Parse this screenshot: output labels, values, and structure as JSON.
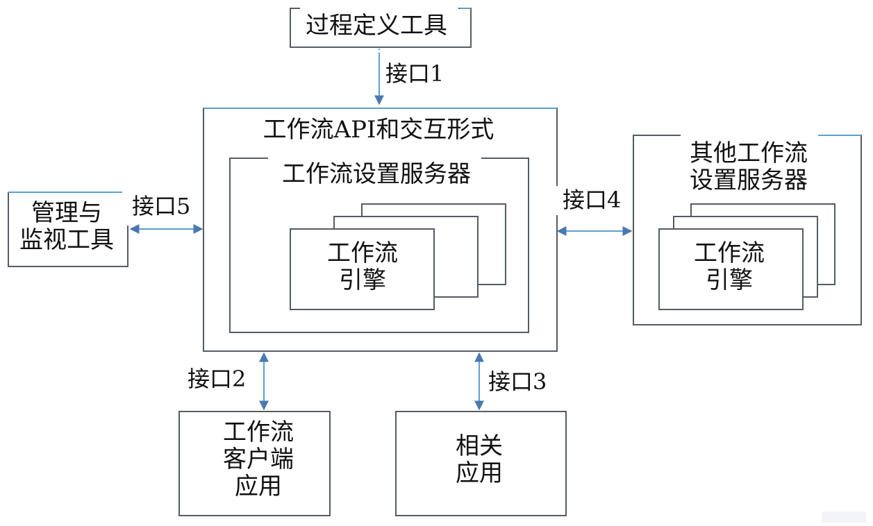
{
  "diagram": {
    "colors": {
      "line_gray": "#555b63",
      "line_blue": "#5a9fd0",
      "arrow": "#4a78b0",
      "text": "#111111"
    },
    "nodes": {
      "process_definition_tools": {
        "label": "过程定义工具"
      },
      "workflow_api": {
        "label": "工作流API和交互形式"
      },
      "workflow_enactment_service": {
        "label": "工作流设置服务器"
      },
      "workflow_engine": {
        "line1": "工作流",
        "line2": "引擎"
      },
      "other_enactment_service": {
        "line1": "其他工作流",
        "line2": "设置服务器"
      },
      "other_workflow_engine": {
        "line1": "工作流",
        "line2": "引擎"
      },
      "admin_monitoring_tools": {
        "line1": "管理与",
        "line2": "监视工具"
      },
      "workflow_client_apps": {
        "line1": "工作流",
        "line2": "客户端",
        "line3": "应用"
      },
      "invoked_apps": {
        "line1": "相关",
        "line2": "应用"
      }
    },
    "interfaces": {
      "i1": "接口1",
      "i2": "接口2",
      "i3": "接口3",
      "i4": "接口4",
      "i5": "接口5"
    }
  }
}
